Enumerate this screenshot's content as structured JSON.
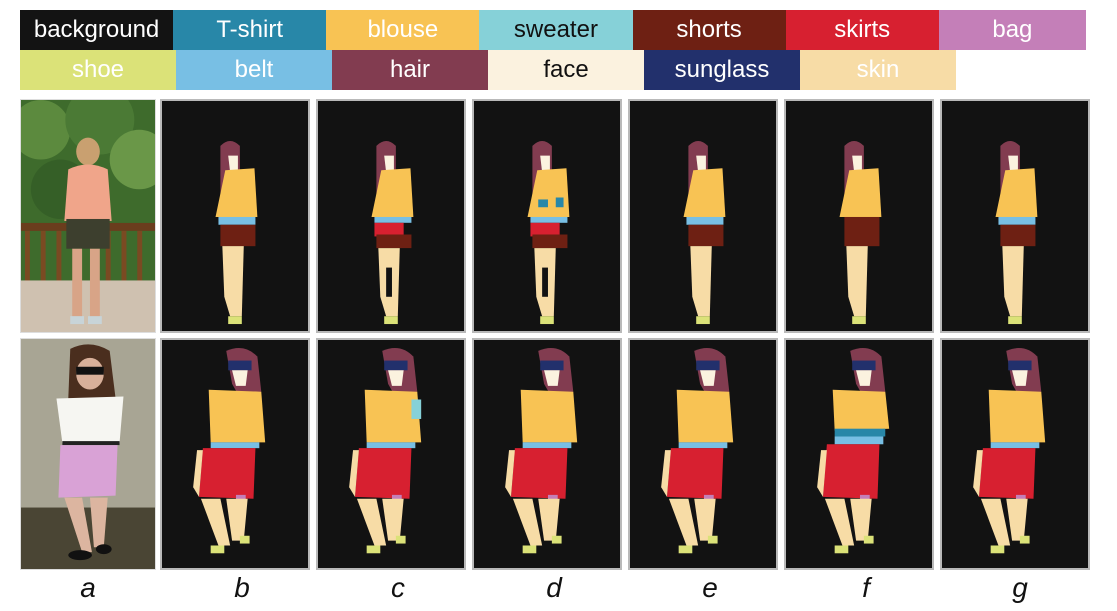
{
  "legend": {
    "row1": [
      {
        "label": "background",
        "color": "#131313",
        "text_color": "#ffffff"
      },
      {
        "label": "T-shirt",
        "color": "#2887a8",
        "text_color": "#ffffff"
      },
      {
        "label": "blouse",
        "color": "#f8c354",
        "text_color": "#ffffff"
      },
      {
        "label": "sweater",
        "color": "#86d1d8",
        "text_color": "#111111"
      },
      {
        "label": "shorts",
        "color": "#6e2013",
        "text_color": "#ffffff"
      },
      {
        "label": "skirts",
        "color": "#d72030",
        "text_color": "#ffffff"
      },
      {
        "label": "bag",
        "color": "#c47fb8",
        "text_color": "#ffffff"
      }
    ],
    "row2": [
      {
        "label": "shoe",
        "color": "#dbe278",
        "text_color": "#ffffff"
      },
      {
        "label": "belt",
        "color": "#78bfe4",
        "text_color": "#ffffff"
      },
      {
        "label": "hair",
        "color": "#823c50",
        "text_color": "#ffffff"
      },
      {
        "label": "face",
        "color": "#fbf2df",
        "text_color": "#111111"
      },
      {
        "label": "sunglass",
        "color": "#22306c",
        "text_color": "#ffffff"
      },
      {
        "label": "skin",
        "color": "#f7dca6",
        "text_color": "#ffffff"
      }
    ]
  },
  "column_labels": [
    "a",
    "b",
    "c",
    "d",
    "e",
    "f",
    "g"
  ],
  "rows": [
    {
      "description": "woman with peach blouse and dark shorts on wooden deck"
    },
    {
      "description": "woman with sunglasses, white blouse and pink skirt"
    }
  ]
}
